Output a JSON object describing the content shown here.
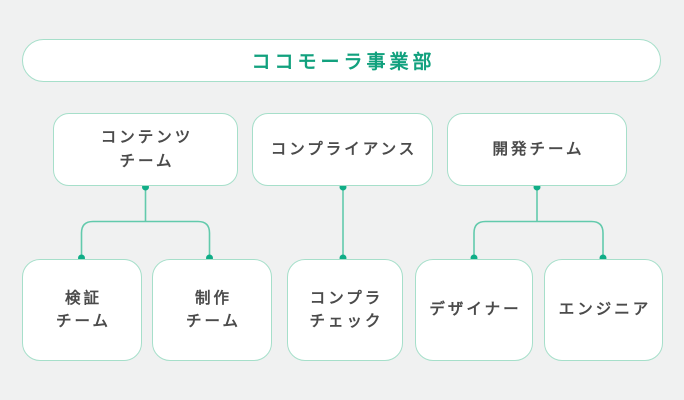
{
  "org": {
    "title": "ココモーラ事業部",
    "level2": [
      {
        "line1": "コンテンツ",
        "line2": "チーム"
      },
      {
        "line1": "コンプライアンス",
        "line2": ""
      },
      {
        "line1": "開発チーム",
        "line2": ""
      }
    ],
    "level3": [
      {
        "line1": "検証",
        "line2": "チーム"
      },
      {
        "line1": "制作",
        "line2": "チーム"
      },
      {
        "line1": "コンプラ",
        "line2": "チェック"
      },
      {
        "line1": "デザイナー",
        "line2": ""
      },
      {
        "line1": "エンジニア",
        "line2": ""
      }
    ],
    "edges": [
      {
        "from": "コンテンツチーム",
        "to": "検証チーム"
      },
      {
        "from": "コンテンツチーム",
        "to": "制作チーム"
      },
      {
        "from": "コンプライアンス",
        "to": "コンプラチェック"
      },
      {
        "from": "開発チーム",
        "to": "デザイナー"
      },
      {
        "from": "開発チーム",
        "to": "エンジニア"
      }
    ]
  },
  "colors": {
    "background": "#f0f1f1",
    "box_border": "#a6dfca",
    "box_background": "#ffffff",
    "title_text": "#12a17e",
    "node_text": "#4b4b4b",
    "connector_line": "#62caac",
    "connector_dot": "#10ad87"
  }
}
